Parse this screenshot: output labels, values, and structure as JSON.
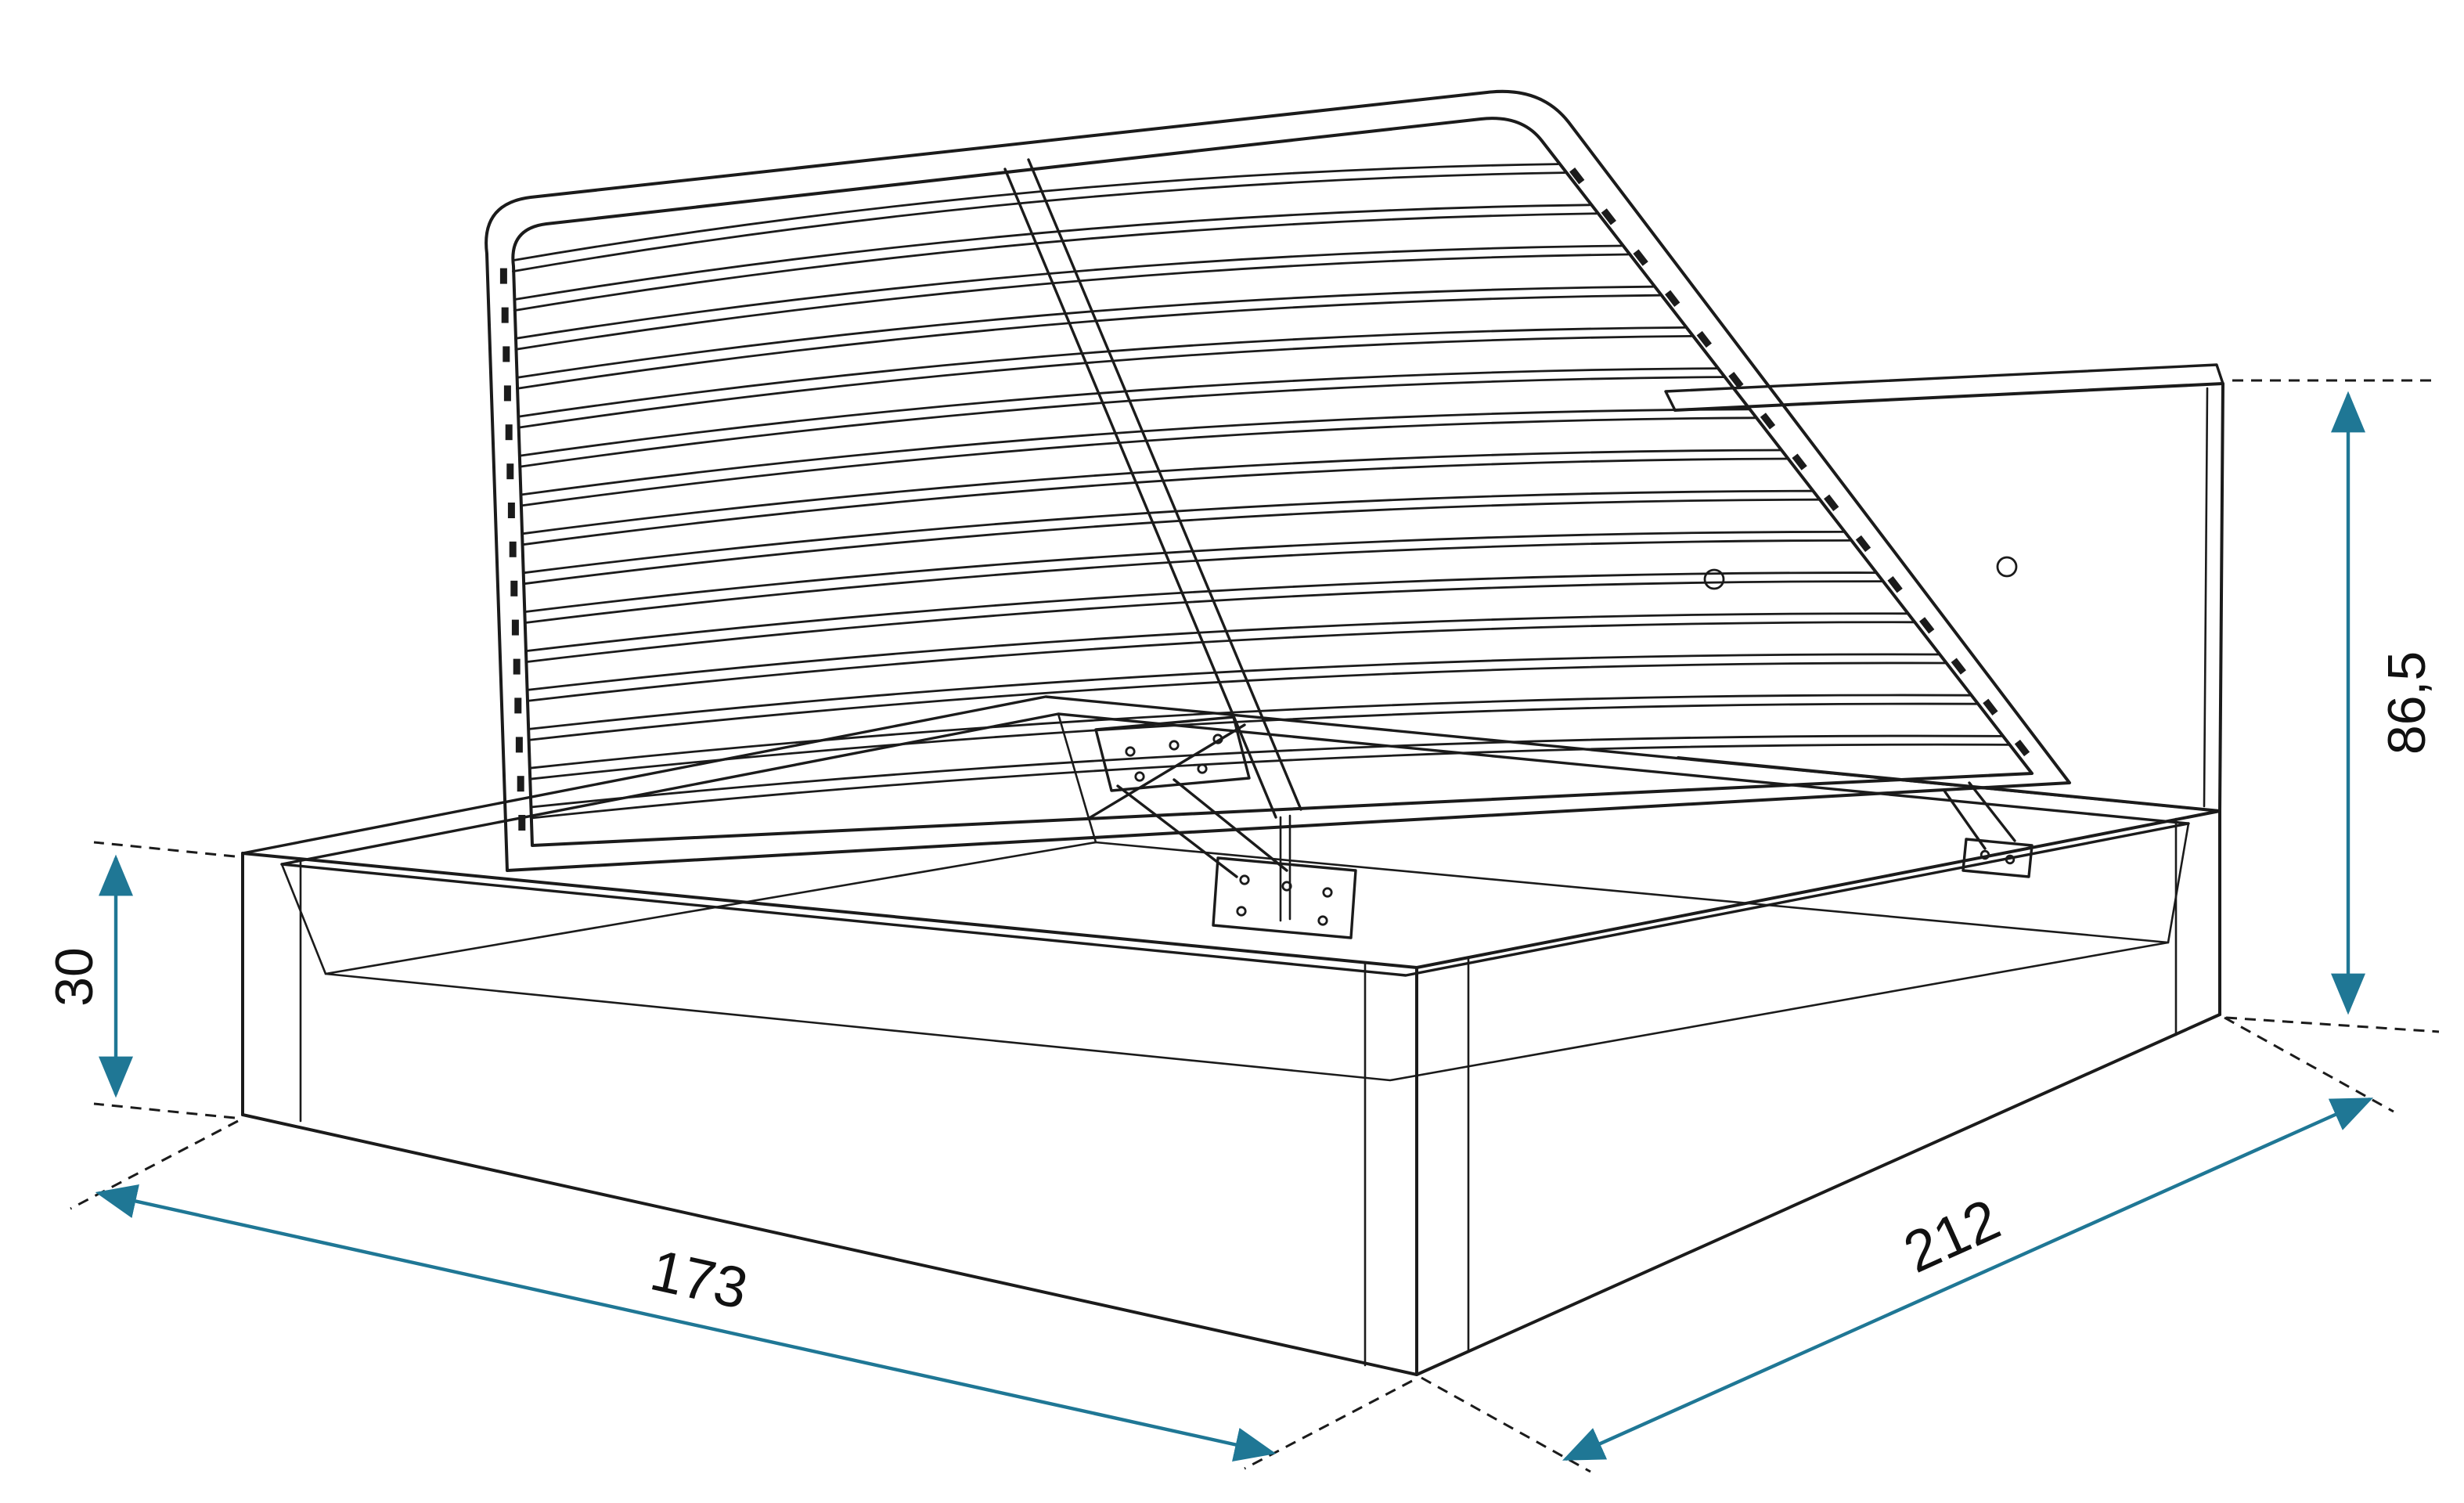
{
  "page": {
    "background": "#ffffff"
  },
  "diagram": {
    "kind": "technical-dimension-drawing",
    "subject": "storage bed with lift-up slatted bed base and headboard",
    "dimensions": {
      "base_height": {
        "label": "30"
      },
      "width": {
        "label": "173"
      },
      "depth": {
        "label": "212"
      },
      "headboard_height": {
        "label": "86,5"
      }
    },
    "colors": {
      "arrow": "#1f7795",
      "line": "#1b1b1b",
      "text": "#111111",
      "background": "#ffffff"
    }
  }
}
